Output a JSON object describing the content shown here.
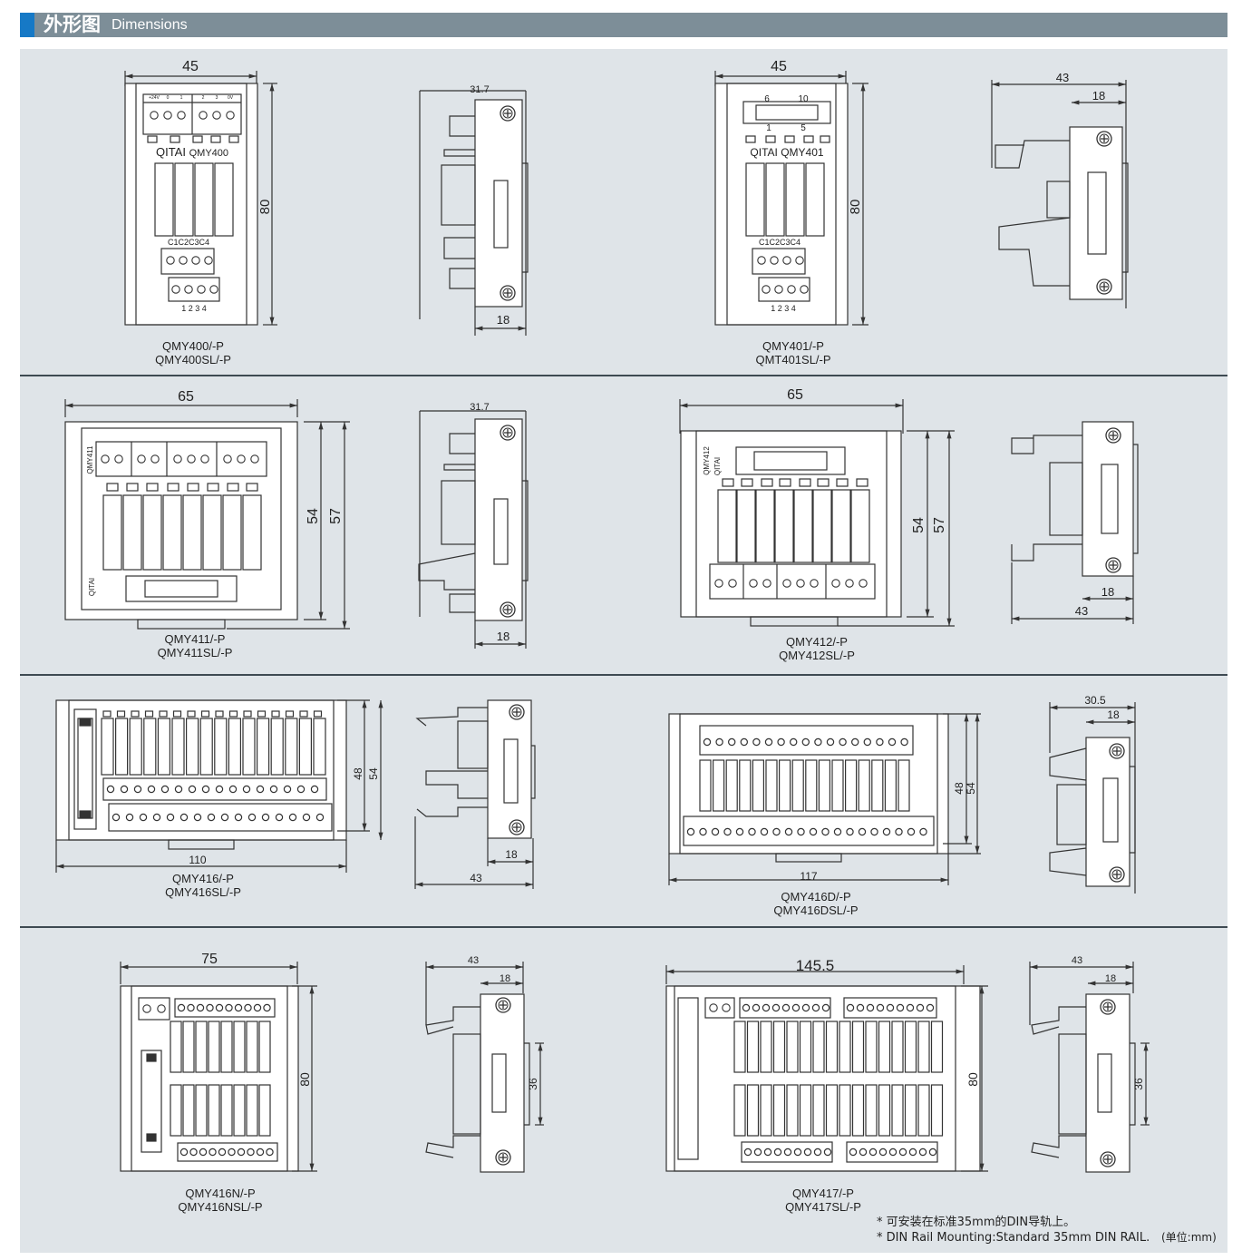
{
  "header": {
    "title_cn": "外形图",
    "title_en": "Dimensions"
  },
  "models": {
    "qmy400": {
      "line1": "QMY400/-P",
      "line2": "QMY400SL/-P",
      "brand": "QITAI",
      "model": "QMY400",
      "dim_w": "45",
      "dim_h": "80",
      "side_w": "31.7",
      "side_b": "18",
      "top_labels": [
        "+24V",
        "0",
        "1",
        "2",
        "3",
        "0V"
      ],
      "c_labels": "C1C2C3C4",
      "n_labels": "1 2 3 4"
    },
    "qmy401": {
      "line1": "QMY401/-P",
      "line2": "QMT401SL/-P",
      "brand": "QITAI",
      "model": "QMY401",
      "dim_w": "45",
      "dim_h": "80",
      "side_w": "43",
      "side_t": "18",
      "pin_a": "6",
      "pin_b": "10",
      "pin_c": "1",
      "pin_d": "5",
      "c_labels": "C1C2C3C4",
      "n_labels": "1 2 3 4"
    },
    "qmy411": {
      "line1": "QMY411/-P",
      "line2": "QMY411SL/-P",
      "brand": "QITAI",
      "model": "QMY411",
      "dim_w": "65",
      "dim_h1": "54",
      "dim_h2": "57",
      "side_w": "31.7",
      "side_b": "18"
    },
    "qmy412": {
      "line1": "QMY412/-P",
      "line2": "QMY412SL/-P",
      "brand": "QITAI",
      "model": "QMY412",
      "dim_w": "65",
      "dim_h1": "54",
      "dim_h2": "57",
      "side_b1": "18",
      "side_b2": "43"
    },
    "qmy416": {
      "line1": "QMY416/-P",
      "line2": "QMY416SL/-P",
      "dim_w": "110",
      "dim_h1": "48",
      "dim_h2": "54",
      "side_b1": "18",
      "side_b2": "43"
    },
    "qmy416d": {
      "line1": "QMY416D/-P",
      "line2": "QMY416DSL/-P",
      "dim_w": "117",
      "dim_h1": "48",
      "dim_h2": "54",
      "side_t1": "30.5",
      "side_t2": "18"
    },
    "qmy416n": {
      "line1": "QMY416N/-P",
      "line2": "QMY416NSL/-P",
      "dim_w": "75",
      "dim_h": "80",
      "side_t1": "43",
      "side_t2": "18",
      "side_h": "36"
    },
    "qmy417": {
      "line1": "QMY417/-P",
      "line2": "QMY417SL/-P",
      "dim_w": "145.5",
      "dim_h": "80",
      "side_t1": "43",
      "side_t2": "18",
      "side_h": "36"
    }
  },
  "notes": {
    "cn": "* 可安装在标准35mm的DIN导轨上。",
    "en": "* DIN Rail Mounting:Standard 35mm DIN RAIL.",
    "unit": "(单位:mm)"
  }
}
